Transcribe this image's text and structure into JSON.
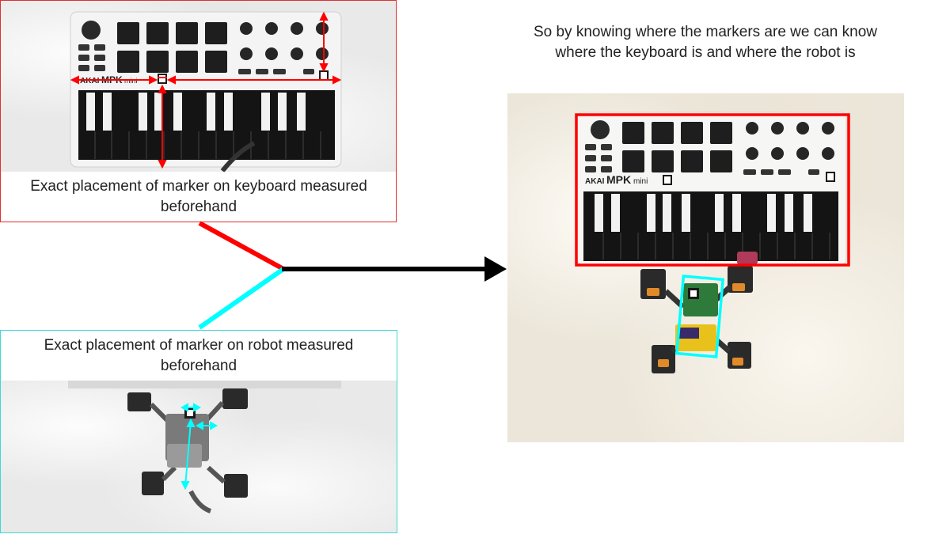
{
  "captions": {
    "keyboard_marker": "Exact placement of marker on keyboard measured beforehand",
    "robot_marker": "Exact placement of marker on robot measured beforehand",
    "conclusion": "So by knowing where the markers are we can know where the keyboard is and where the robot is"
  },
  "keyboard_brand": {
    "maker": "AKAI",
    "model": "MPK",
    "model_suffix": "mini"
  },
  "colors": {
    "keyboard_highlight": "#ff0000",
    "robot_highlight": "#00ffff",
    "arrow": "#000000",
    "panel_red_border": "#e03030",
    "panel_cyan_border": "#40d8d8"
  }
}
